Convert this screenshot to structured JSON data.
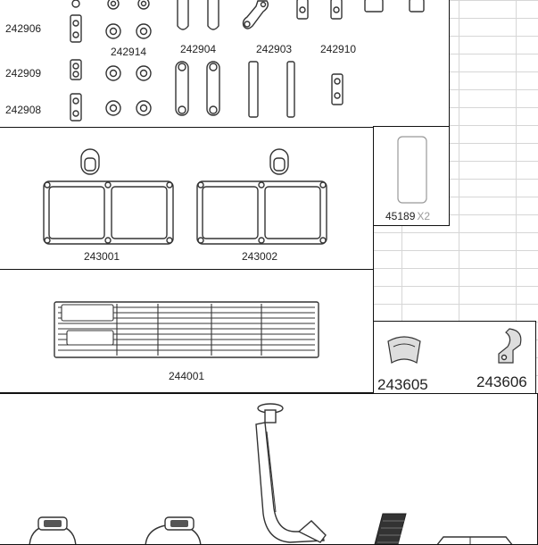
{
  "parts": {
    "p242906": "242906",
    "p242909": "242909",
    "p242908": "242908",
    "p242914": "242914",
    "p242904": "242904",
    "p242903": "242903",
    "p242910": "242910",
    "p243001": "243001",
    "p243002": "243002",
    "p45189": "45189",
    "p45189_qty": "X2",
    "p244001": "244001",
    "p243605": "243605",
    "p243606": "243606"
  }
}
